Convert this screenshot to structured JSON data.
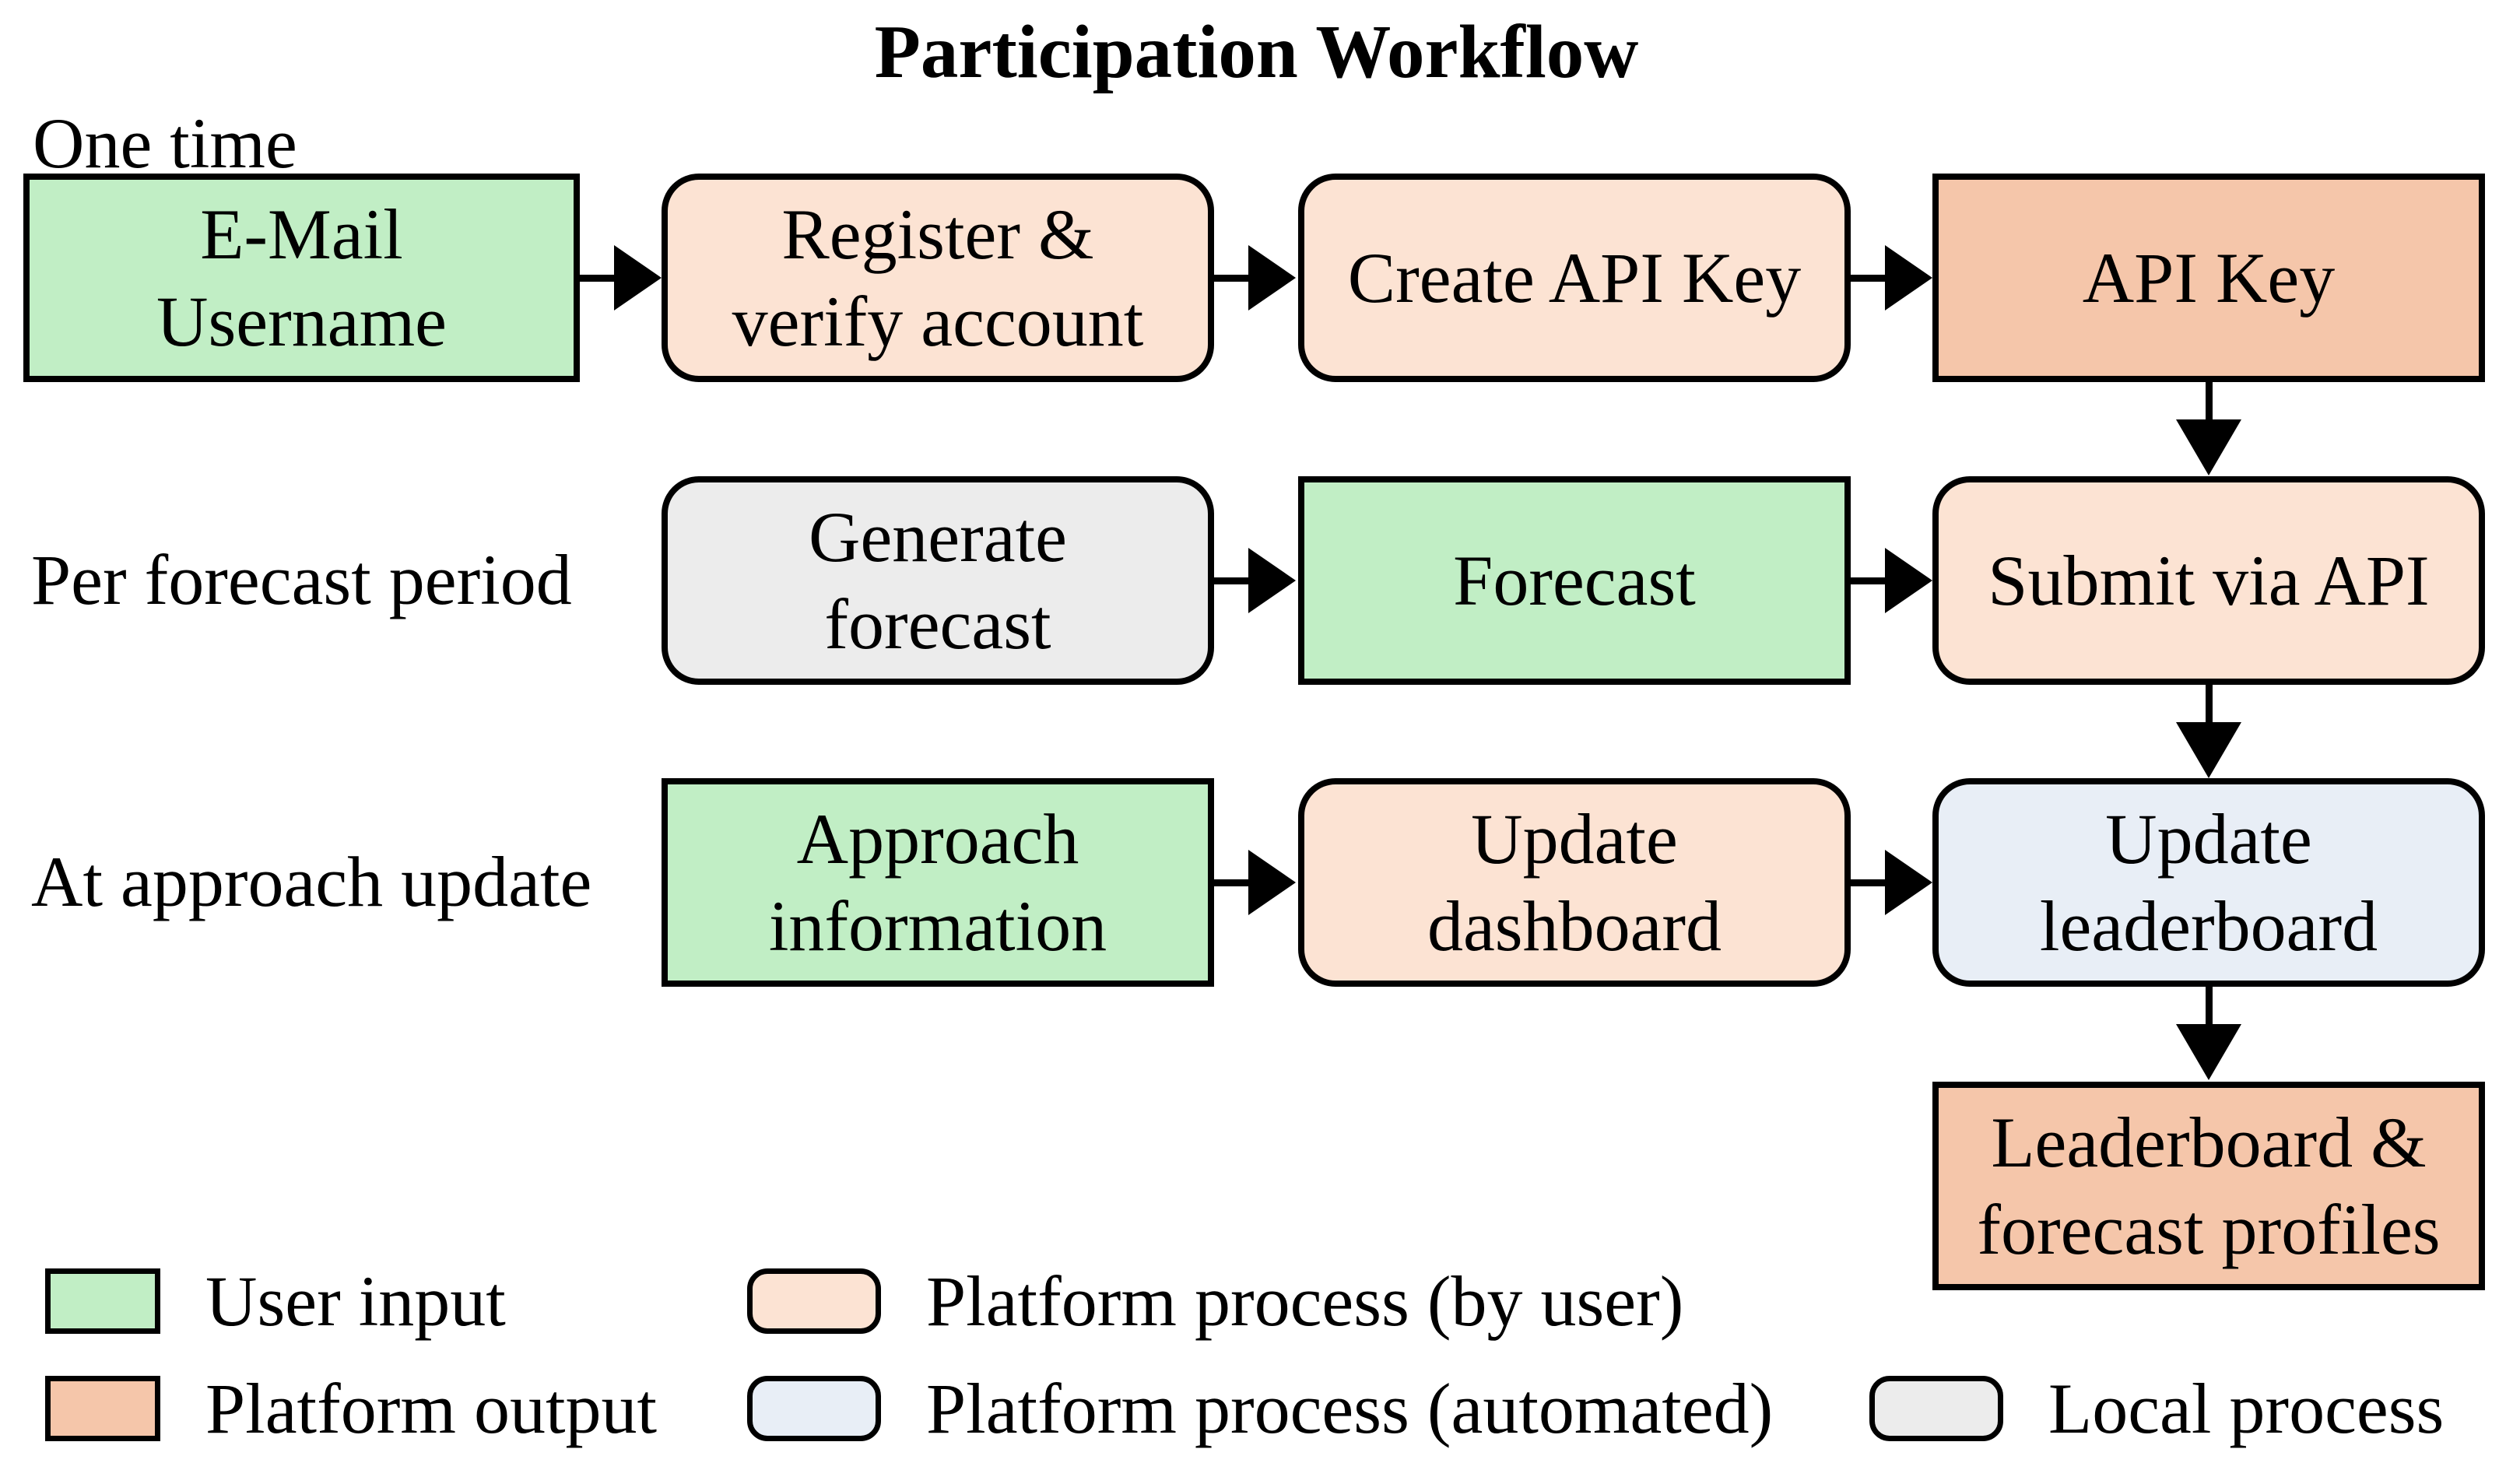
{
  "title": "Participation Workflow",
  "row_labels": {
    "one_time": "One time",
    "per_forecast_period": "Per forecast period",
    "at_approach_update": "At approach update"
  },
  "nodes": {
    "email": {
      "line1": "E-Mail",
      "line2": "Username",
      "type": "user_input"
    },
    "register": {
      "line1": "Register &",
      "line2": "verify account",
      "type": "platform_process_user"
    },
    "create_api_key": {
      "line1": "Create API Key",
      "type": "platform_process_user"
    },
    "api_key": {
      "line1": "API Key",
      "type": "platform_output"
    },
    "generate_forecast": {
      "line1": "Generate",
      "line2": "forecast",
      "type": "local_process"
    },
    "forecast": {
      "line1": "Forecast",
      "type": "user_input"
    },
    "submit_via_api": {
      "line1": "Submit via API",
      "type": "platform_process_user"
    },
    "approach_information": {
      "line1": "Approach",
      "line2": "information",
      "type": "user_input"
    },
    "update_dashboard": {
      "line1": "Update",
      "line2": "dashboard",
      "type": "platform_process_user"
    },
    "update_leaderboard": {
      "line1": "Update",
      "line2": "leaderboard",
      "type": "platform_process_automated"
    },
    "leaderboard_profiles": {
      "line1": "Leaderboard &",
      "line2": "forecast profiles",
      "type": "platform_output"
    }
  },
  "legend": {
    "user_input": "User input",
    "platform_process_user": "Platform process (by user)",
    "platform_output": "Platform output",
    "platform_process_automated": "Platform process (automated)",
    "local_process": "Local process"
  },
  "colors": {
    "user_input": "#c1eec5",
    "platform_process_user": "#fce3d3",
    "platform_output": "#f5c6aa",
    "platform_process_automated": "#e8eef6",
    "local_process": "#ececec",
    "border": "#000000",
    "background": "#ffffff"
  }
}
